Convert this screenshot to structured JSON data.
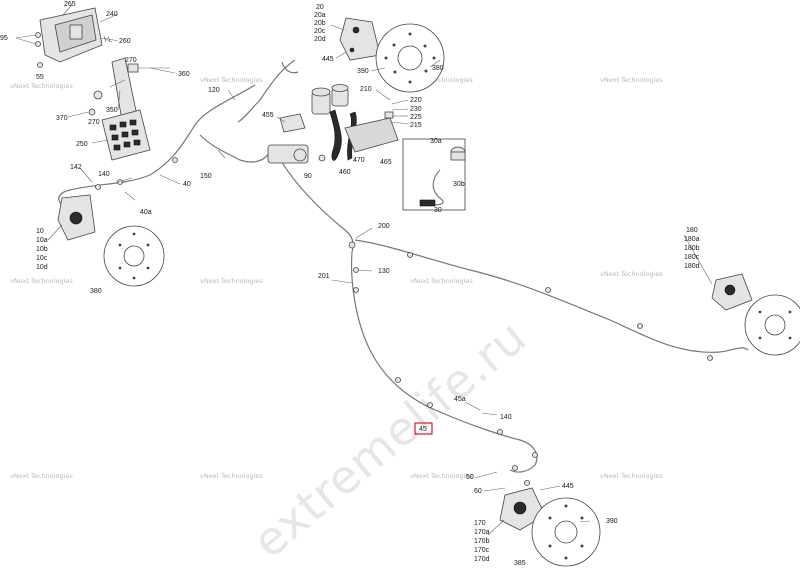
{
  "watermarks": {
    "vnext": "vNext Technologies",
    "site": "extremelife.ru"
  },
  "highlight_color": "#e0112b",
  "callouts": {
    "c265": "265",
    "c240": "240",
    "c95": "95",
    "c260": "260",
    "c55": "55",
    "c270a": "270",
    "c360": "360",
    "c120": "120",
    "c350": "350",
    "c370": "370",
    "c270b": "270",
    "c250": "250",
    "c20": "20",
    "c20a": "20a",
    "c20b": "20b",
    "c20c": "20c",
    "c20d": "20d",
    "c445a": "445",
    "c390a": "390",
    "c380a": "380",
    "c210": "210",
    "c220": "220",
    "c230": "230",
    "c225": "225",
    "c215": "215",
    "c455": "455",
    "c470": "470",
    "c90": "90",
    "c460": "460",
    "c465": "465",
    "c30a": "30a",
    "c30b": "30b",
    "c30": "30",
    "c150": "150",
    "c40": "40",
    "c140a": "140",
    "c142": "142",
    "c40a": "40a",
    "c10": "10",
    "c10a": "10a",
    "c10b": "10b",
    "c10c": "10c",
    "c10d": "10d",
    "c380b": "380",
    "c200": "200",
    "c201": "201",
    "c130": "130",
    "c180": "180",
    "c180a": "180a",
    "c180b": "180b",
    "c180c": "180c",
    "c180d": "180d",
    "c45a": "45a",
    "c140b": "140",
    "c45": "45",
    "c50": "50",
    "c60": "60",
    "c445b": "445",
    "c170": "170",
    "c170a": "170a",
    "c170b": "170b",
    "c170c": "170c",
    "c170d": "170d",
    "c385": "385",
    "c390b": "390"
  }
}
